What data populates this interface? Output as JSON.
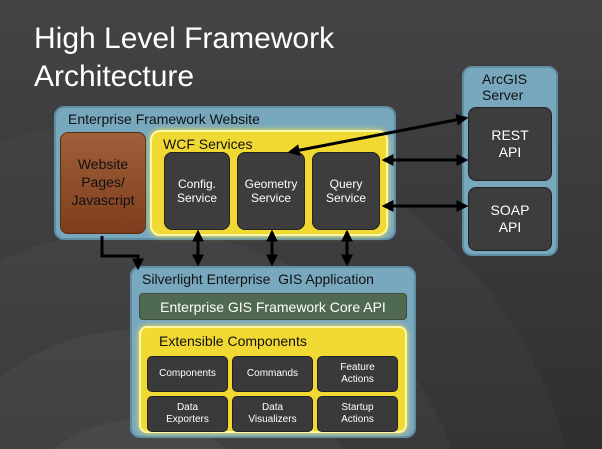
{
  "title": "High Level Framework Architecture",
  "website": {
    "label": "Enterprise Framework Website",
    "pages": "Website Pages/ Javascript",
    "wcf": {
      "label": "WCF Services",
      "services": [
        "Config. Service",
        "Geometry Service",
        "Query Service"
      ]
    }
  },
  "arcgis": {
    "label": "ArcGIS Server",
    "rest": "REST API",
    "soap": "SOAP API"
  },
  "silverlight": {
    "label": "Silverlight Enterprise  GIS Application",
    "core": "Enterprise GIS Framework Core API",
    "extensible": {
      "label": "Extensible Components",
      "items": [
        "Components",
        "Commands",
        "Feature Actions",
        "Data Exporters",
        "Data Visualizers",
        "Startup Actions"
      ]
    }
  }
}
